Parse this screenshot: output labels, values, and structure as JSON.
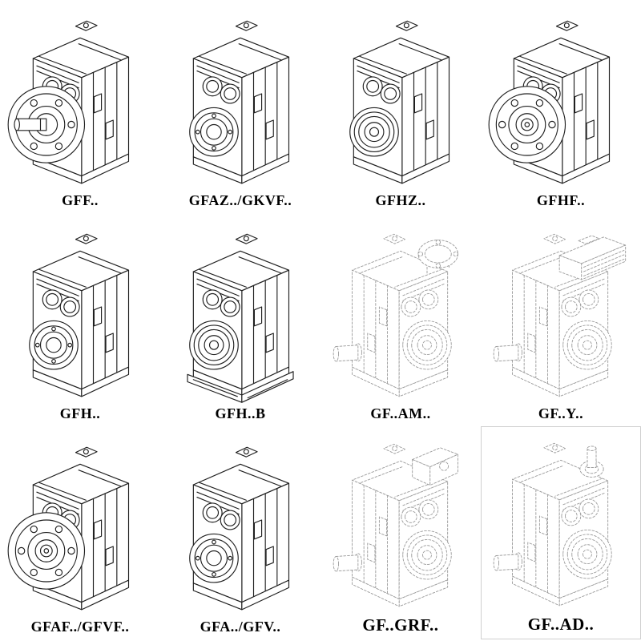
{
  "page": {
    "background": "#ffffff"
  },
  "colors": {
    "line": "#1f1f1f",
    "ghost_line": "#9c9c9c",
    "label": "#000000",
    "cell_border": "#cfcfcf"
  },
  "products": [
    {
      "label": "GFF..",
      "style": "solid"
    },
    {
      "label": "GFAZ../GKVF..",
      "style": "solid"
    },
    {
      "label": "GFHZ..",
      "style": "solid"
    },
    {
      "label": "GFHF..",
      "style": "solid"
    },
    {
      "label": "GFH..",
      "style": "solid"
    },
    {
      "label": "GFH..B",
      "style": "solid"
    },
    {
      "label": "GF..AM..",
      "style": "dashed"
    },
    {
      "label": "GF..Y..",
      "style": "dashed"
    },
    {
      "label": "GFAF../GFVF..",
      "style": "solid"
    },
    {
      "label": "GFA../GFV..",
      "style": "solid"
    },
    {
      "label": "GF..GRF..",
      "style": "dashed"
    },
    {
      "label": "GF..AD..",
      "style": "dashed"
    }
  ]
}
